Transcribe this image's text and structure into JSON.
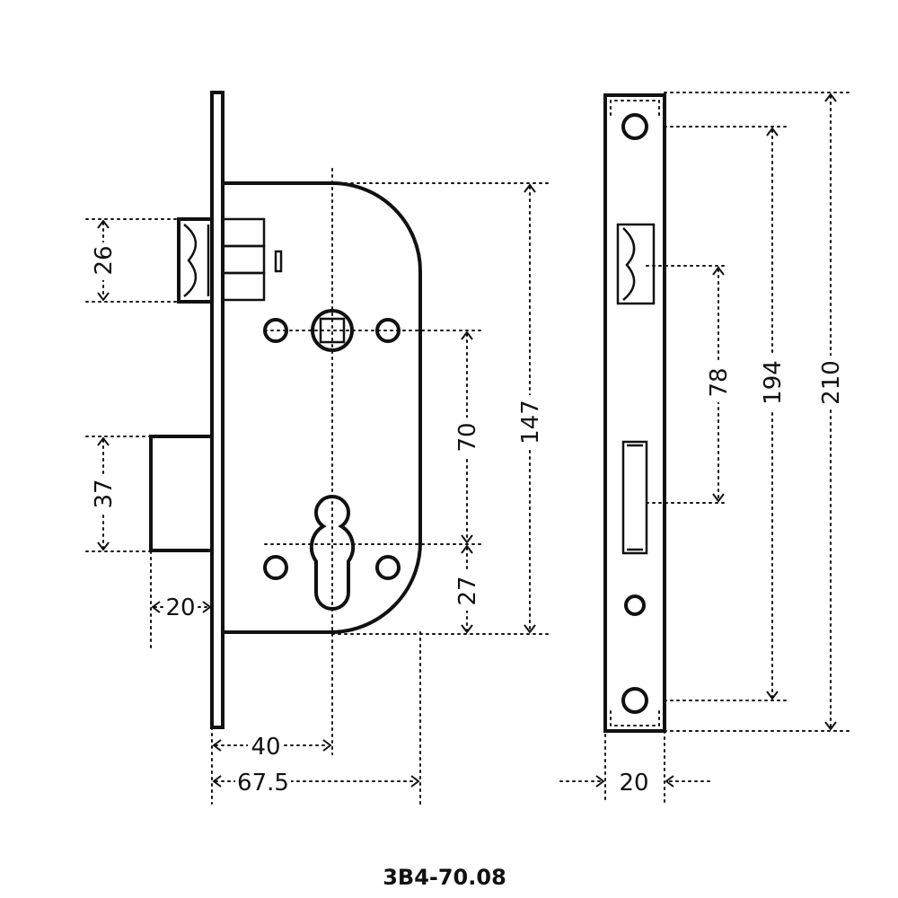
{
  "drawing": {
    "model_code": "3B4-70.08",
    "dimensions": {
      "latch_height": "26",
      "bolt_height": "37",
      "bolt_throw": "20",
      "backset": "40",
      "case_depth": "67.5",
      "center_distance": "70",
      "cylinder_offset": "27",
      "case_height": "147",
      "strike_hole_spacing": "78",
      "faceplate_screw_spacing": "194",
      "faceplate_height": "210",
      "faceplate_width": "20"
    }
  }
}
